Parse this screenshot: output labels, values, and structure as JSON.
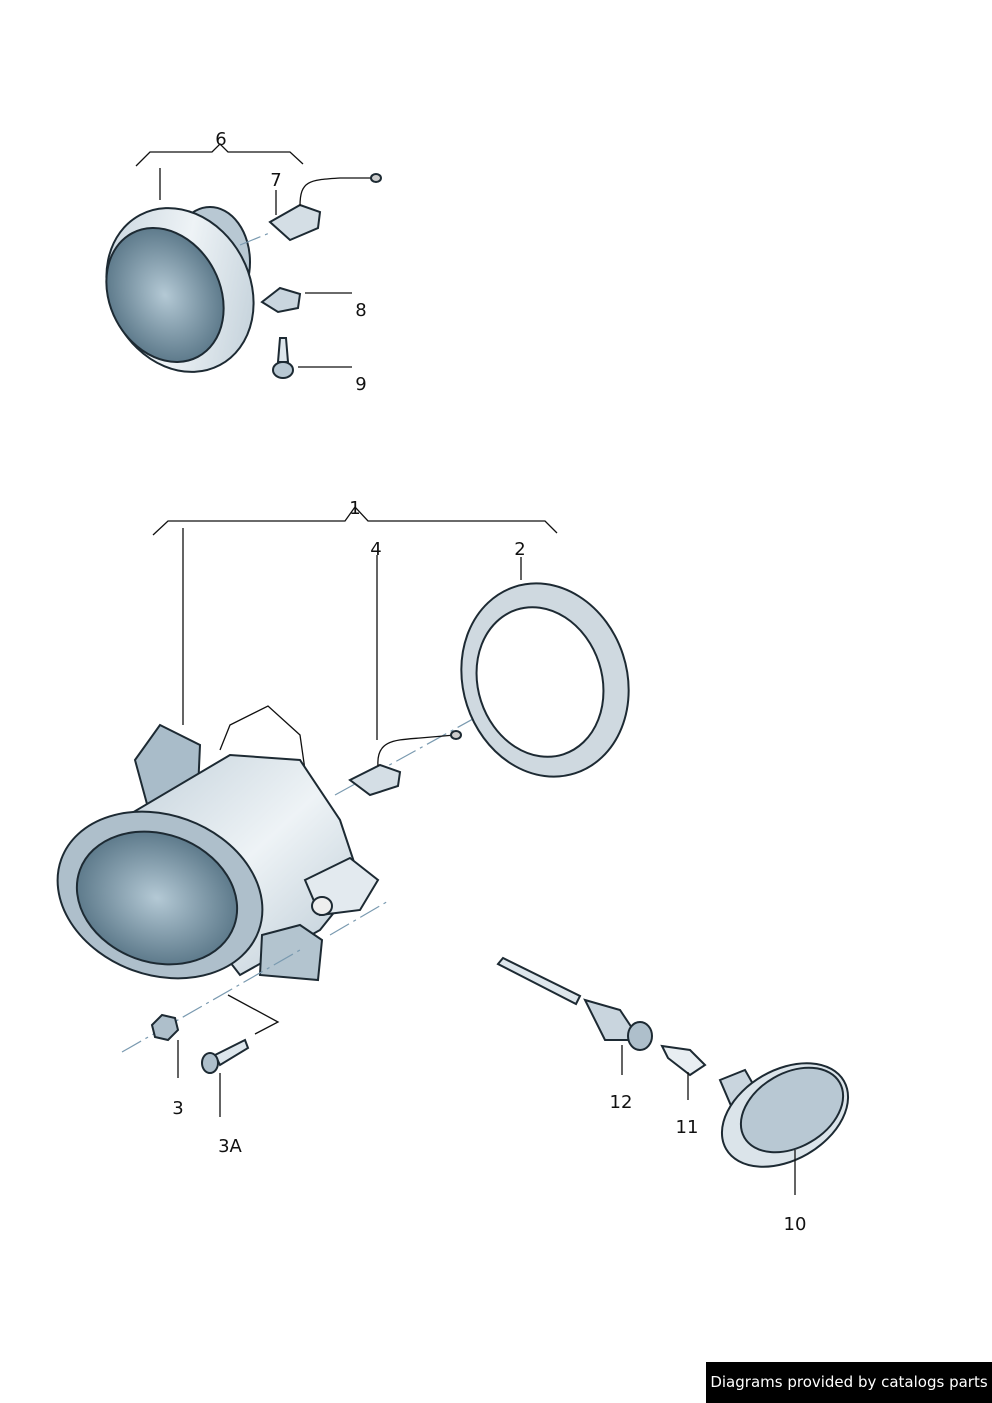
{
  "diagram": {
    "callouts": {
      "c6": "6",
      "c7": "7",
      "c8": "8",
      "c9": "9",
      "c1": "1",
      "c4": "4",
      "c2": "2",
      "c3": "3",
      "c3a": "3A",
      "c12": "12",
      "c11": "11",
      "c10": "10"
    },
    "colors": {
      "lens": "#6f8ea0",
      "body": "#dde6ec",
      "outline": "#1d2a33",
      "axis": "#7a9ab0"
    }
  },
  "footer": {
    "credit": "Diagrams provided by catalogs parts"
  }
}
